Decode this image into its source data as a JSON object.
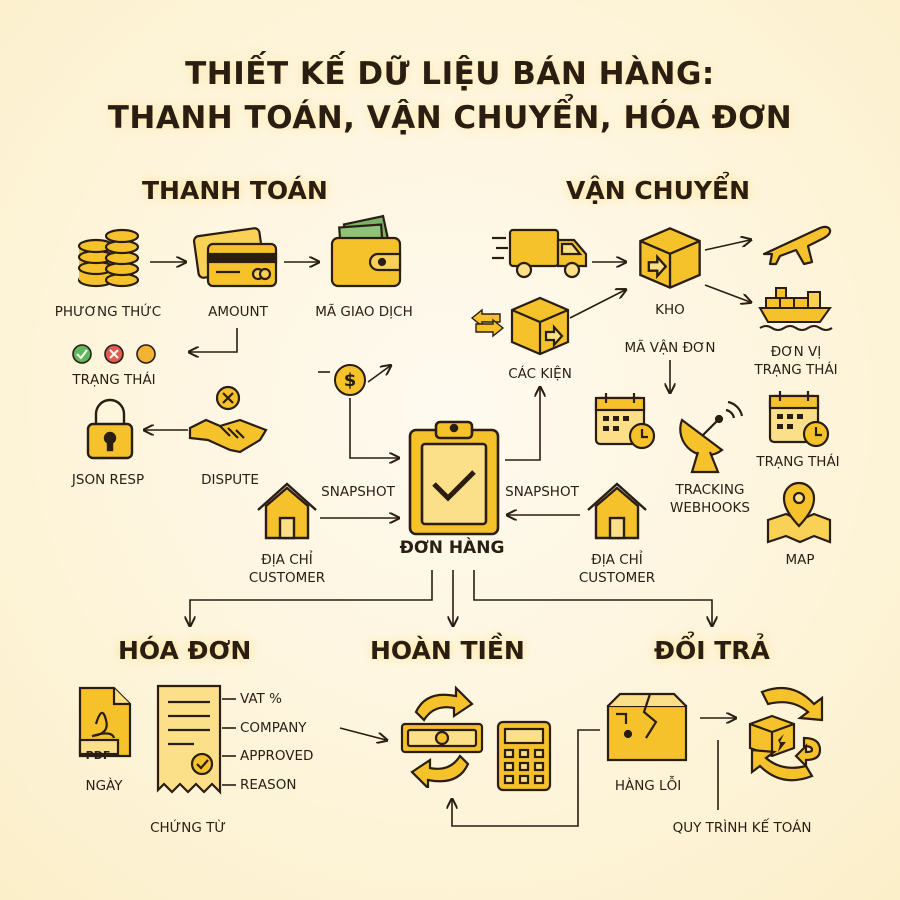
{
  "title": {
    "line1": "THIẾT KẾ DỮ LIỆU BÁN HÀNG:",
    "line2": "THANH TOÁN, VẬN CHUYỂN, HÓA ĐƠN"
  },
  "sections": {
    "payment": "THANH TOÁN",
    "shipping": "VẬN CHUYỂN",
    "invoice": "HÓA ĐƠN",
    "refund": "HOÀN TIỀN",
    "returns": "ĐỔI TRẢ"
  },
  "payment": {
    "method": "PHƯƠNG THỨC",
    "amount": "AMOUNT",
    "transaction_id": "MÃ GIAO DỊCH",
    "status": "TRẠNG THÁI",
    "json_resp": "JSON RESP",
    "dispute": "DISPUTE"
  },
  "order": {
    "label": "ĐƠN HÀNG",
    "snapshot_left": "SNAPSHOT",
    "snapshot_right": "SNAPSHOT",
    "address_left_1": "ĐỊA CHỈ",
    "address_left_2": "CUSTOMER",
    "address_right_1": "ĐỊA CHỈ",
    "address_right_2": "CUSTOMER"
  },
  "shipping": {
    "packages": "CÁC KIỆN",
    "warehouse": "KHO",
    "tracking_code": "MÃ VẬN ĐƠN",
    "carrier_1": "ĐƠN VỊ",
    "carrier_2": "TRẠNG THÁI",
    "status": "TRẠNG THÁI",
    "webhooks_1": "TRACKING",
    "webhooks_2": "WEBHOOKS",
    "map": "MAP"
  },
  "invoice": {
    "pdf_text": "PDF",
    "date": "NGÀY",
    "document": "CHỨNG TỪ",
    "fields": [
      "VAT %",
      "COMPANY",
      "APPROVED",
      "REASON"
    ]
  },
  "returns": {
    "defective": "HÀNG LỖI",
    "accounting": "QUY TRÌNH KẾ TOÁN"
  },
  "colors": {
    "icon_fill": "#f6c22c",
    "icon_stroke": "#2a1d12",
    "background": "#fdf6df",
    "glow": "#ffe08a",
    "status_green": "#5db85c",
    "status_red": "#e05a4f",
    "status_amber": "#f2b233"
  }
}
